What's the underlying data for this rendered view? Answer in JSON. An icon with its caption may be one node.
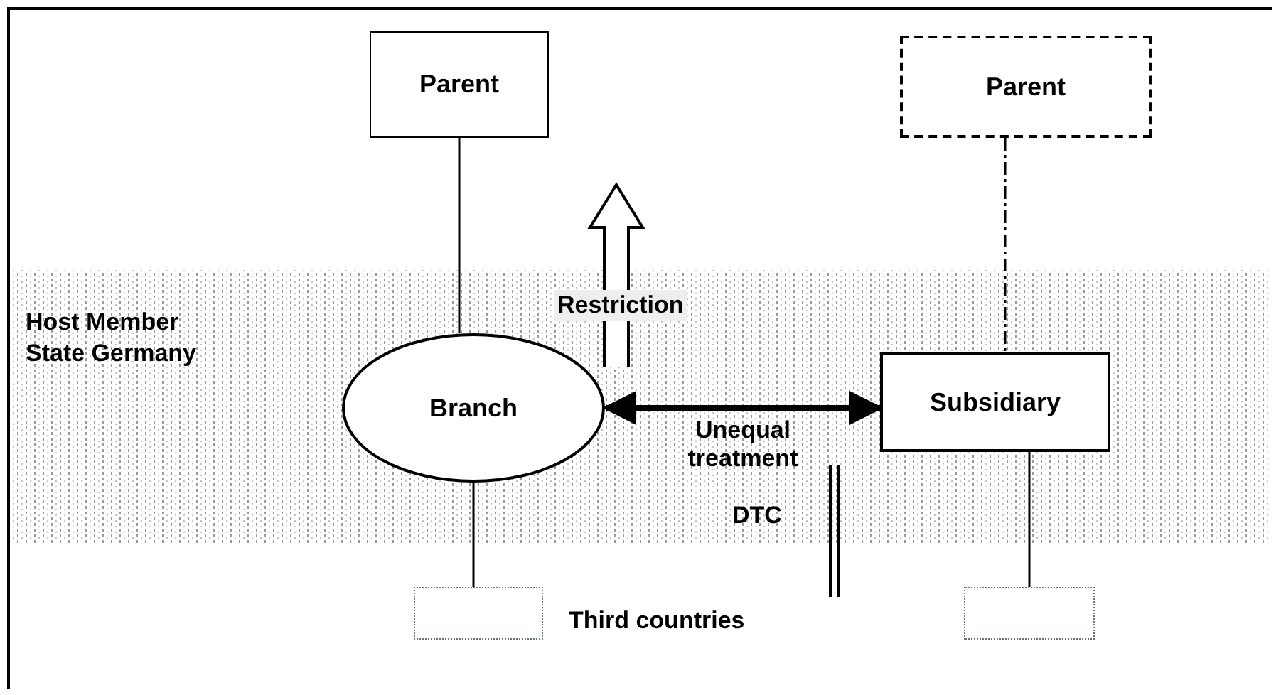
{
  "diagram": {
    "nodes": [
      {
        "text": [
          "Parent"
        ]
      },
      {
        "text": [
          "Parent"
        ]
      },
      {
        "text": [
          "Branch"
        ]
      },
      {
        "text": [
          "Subsidiary"
        ]
      },
      {
        "text": [],
        "shape": "box"
      },
      {
        "text": [],
        "shape": "box"
      }
    ],
    "edges": [
      {
        "from": 0,
        "to": 2,
        "arrow": "none"
      },
      {
        "from": 1,
        "to": 3,
        "arrow": "none",
        "style": "dashed"
      },
      {
        "from": 2,
        "to": 4,
        "arrow": "none"
      },
      {
        "from": 3,
        "to": 5,
        "arrow": "none"
      },
      {
        "from": 2,
        "to": 3,
        "arrow": "both",
        "style": "thick",
        "label": "Unequal treatment"
      }
    ],
    "labels": [
      "Host Member State Germany",
      "Restriction",
      "DTC",
      "Third countries"
    ]
  }
}
